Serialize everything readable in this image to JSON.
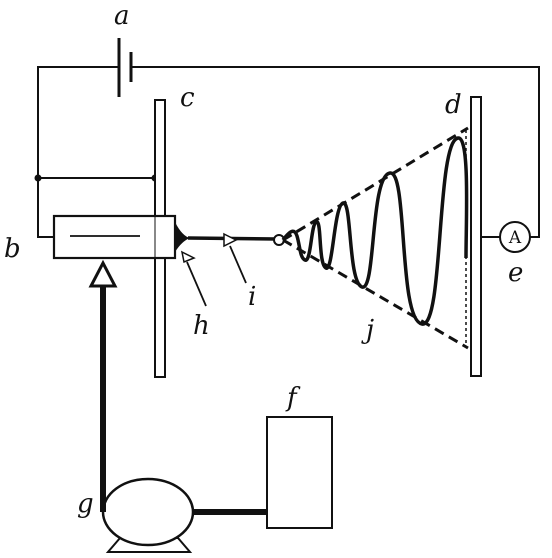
{
  "labels": {
    "a": "a",
    "b": "b",
    "c": "c",
    "d": "d",
    "e": "e",
    "f": "f",
    "g": "g",
    "h": "h",
    "i": "i",
    "j": "j"
  },
  "ammeter_symbol": "A",
  "colors": {
    "line": "#111111",
    "background": "#ffffff"
  }
}
